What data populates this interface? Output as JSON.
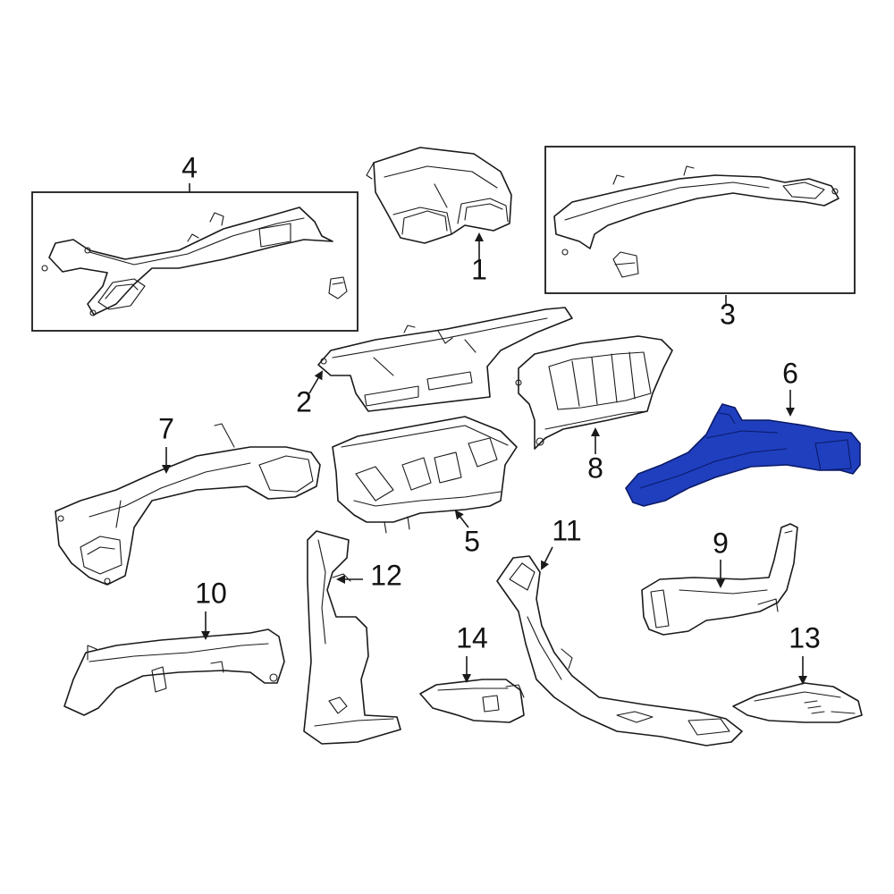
{
  "callouts": [
    {
      "id": "1",
      "label": "1"
    },
    {
      "id": "2",
      "label": "2"
    },
    {
      "id": "3",
      "label": "3"
    },
    {
      "id": "4",
      "label": "4"
    },
    {
      "id": "5",
      "label": "5"
    },
    {
      "id": "6",
      "label": "6"
    },
    {
      "id": "7",
      "label": "7"
    },
    {
      "id": "8",
      "label": "8"
    },
    {
      "id": "9",
      "label": "9"
    },
    {
      "id": "10",
      "label": "10"
    },
    {
      "id": "11",
      "label": "11"
    },
    {
      "id": "12",
      "label": "12"
    },
    {
      "id": "13",
      "label": "13"
    },
    {
      "id": "14",
      "label": "14"
    }
  ],
  "highlighted_part": "6",
  "colors": {
    "highlight": "#1f3fbf",
    "line": "#1a1a1a",
    "background": "#ffffff"
  }
}
